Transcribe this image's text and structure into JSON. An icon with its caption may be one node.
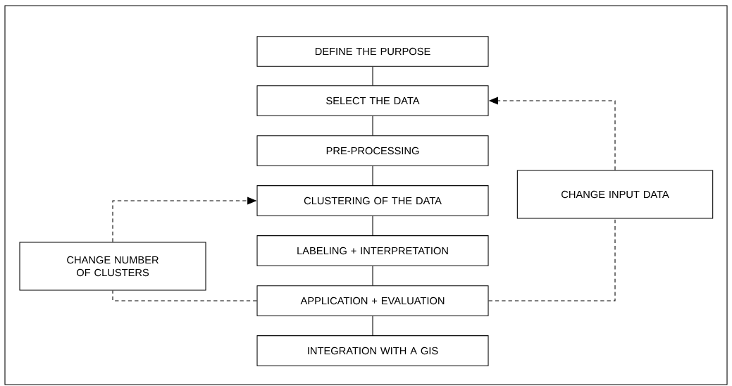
{
  "diagram": {
    "nodes": [
      {
        "text": [
          "DEFINE THE PURPOSE"
        ]
      },
      {
        "text": [
          "SELECT THE DATA"
        ]
      },
      {
        "text": [
          "PRE-PROCESSING"
        ]
      },
      {
        "text": [
          "CLUSTERING OF THE DATA"
        ]
      },
      {
        "text": [
          "LABELING + INTERPRETATION"
        ]
      },
      {
        "text": [
          "APPLICATION + EVALUATION"
        ]
      },
      {
        "text": [
          "INTEGRATION WITH A GIS"
        ]
      },
      {
        "text": [
          "CHANGE INPUT DATA"
        ]
      },
      {
        "text": [
          "CHANGE NUMBER OF CLUSTERS"
        ]
      }
    ],
    "edges": [
      {
        "from": 0,
        "to": 1,
        "arrow": "none"
      },
      {
        "from": 1,
        "to": 2,
        "arrow": "none"
      },
      {
        "from": 2,
        "to": 3,
        "arrow": "none"
      },
      {
        "from": 3,
        "to": 4,
        "arrow": "none"
      },
      {
        "from": 4,
        "to": 5,
        "arrow": "none"
      },
      {
        "from": 5,
        "to": 6,
        "arrow": "none"
      },
      {
        "from": 5,
        "to": 7,
        "arrow": "none",
        "style": "dashed"
      },
      {
        "from": 7,
        "to": 1,
        "arrow": "to",
        "style": "dashed"
      },
      {
        "from": 5,
        "to": 8,
        "arrow": "none",
        "style": "dashed"
      },
      {
        "from": 8,
        "to": 3,
        "arrow": "to",
        "style": "dashed"
      }
    ]
  }
}
